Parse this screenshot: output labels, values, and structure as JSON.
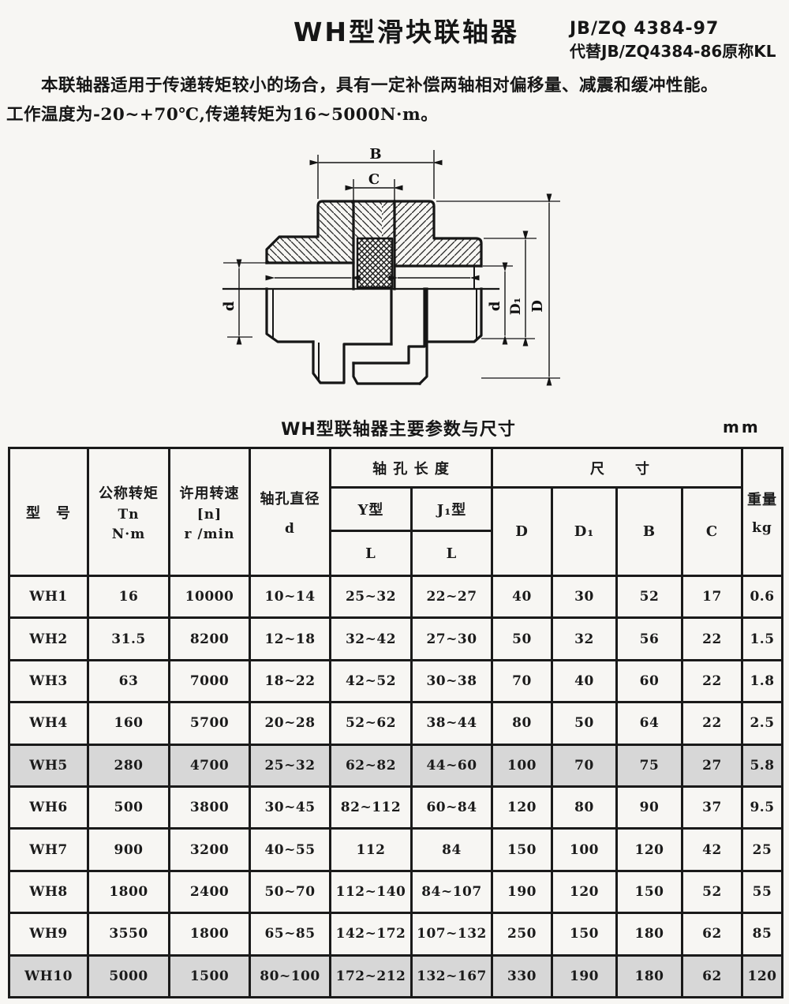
{
  "header": {
    "title": "WH型滑块联轴器",
    "standard_code": "JB/ZQ 4384-97",
    "replaces": "代替JB/ZQ4384-86原称KL"
  },
  "intro": {
    "line1": "本联轴器适用于传递转矩较小的场合，具有一定补偿两轴相对偏移量、减震和缓冲性能。",
    "line2": "工作温度为-20~+70℃,传递转矩为16~5000N·m。"
  },
  "drawing": {
    "dim_labels": {
      "B": "B",
      "C": "C",
      "d_left": "d",
      "d_right": "d",
      "D1": "D₁",
      "D": "D"
    }
  },
  "table": {
    "caption": "WH型联轴器主要参数与尺寸",
    "unit": "mm",
    "header": {
      "model": "型　号",
      "torque_title": "公称转矩",
      "torque_sym": "Tn",
      "torque_unit": "N·m",
      "speed_title": "许用转速",
      "speed_sym": "[n]",
      "speed_unit": "r /min",
      "bore_title": "轴孔直径",
      "bore_sym": "d",
      "bore_len_title": "轴 孔 长 度",
      "y_type": "Y型",
      "j1_type": "J₁型",
      "len_sym_y": "L",
      "len_sym_j": "L",
      "dims_title": "尺　　寸",
      "dim_D": "D",
      "dim_D1": "D₁",
      "dim_B": "B",
      "dim_C": "C",
      "weight_title": "重量",
      "weight_unit": "kg"
    },
    "rows": [
      {
        "cells": [
          "WH1",
          "16",
          "10000",
          "10~14",
          "25~32",
          "22~27",
          "40",
          "30",
          "52",
          "17",
          "0.6"
        ],
        "highlight": false
      },
      {
        "cells": [
          "WH2",
          "31.5",
          "8200",
          "12~18",
          "32~42",
          "27~30",
          "50",
          "32",
          "56",
          "22",
          "1.5"
        ],
        "highlight": false
      },
      {
        "cells": [
          "WH3",
          "63",
          "7000",
          "18~22",
          "42~52",
          "30~38",
          "70",
          "40",
          "60",
          "22",
          "1.8"
        ],
        "highlight": false
      },
      {
        "cells": [
          "WH4",
          "160",
          "5700",
          "20~28",
          "52~62",
          "38~44",
          "80",
          "50",
          "64",
          "22",
          "2.5"
        ],
        "highlight": false
      },
      {
        "cells": [
          "WH5",
          "280",
          "4700",
          "25~32",
          "62~82",
          "44~60",
          "100",
          "70",
          "75",
          "27",
          "5.8"
        ],
        "highlight": true
      },
      {
        "cells": [
          "WH6",
          "500",
          "3800",
          "30~45",
          "82~112",
          "60~84",
          "120",
          "80",
          "90",
          "37",
          "9.5"
        ],
        "highlight": false
      },
      {
        "cells": [
          "WH7",
          "900",
          "3200",
          "40~55",
          "112",
          "84",
          "150",
          "100",
          "120",
          "42",
          "25"
        ],
        "highlight": false
      },
      {
        "cells": [
          "WH8",
          "1800",
          "2400",
          "50~70",
          "112~140",
          "84~107",
          "190",
          "120",
          "150",
          "52",
          "55"
        ],
        "highlight": false
      },
      {
        "cells": [
          "WH9",
          "3550",
          "1800",
          "65~85",
          "142~172",
          "107~132",
          "250",
          "150",
          "180",
          "62",
          "85"
        ],
        "highlight": false
      },
      {
        "cells": [
          "WH10",
          "5000",
          "1500",
          "80~100",
          "172~212",
          "132~167",
          "330",
          "190",
          "180",
          "62",
          "120"
        ],
        "highlight": true
      }
    ]
  }
}
